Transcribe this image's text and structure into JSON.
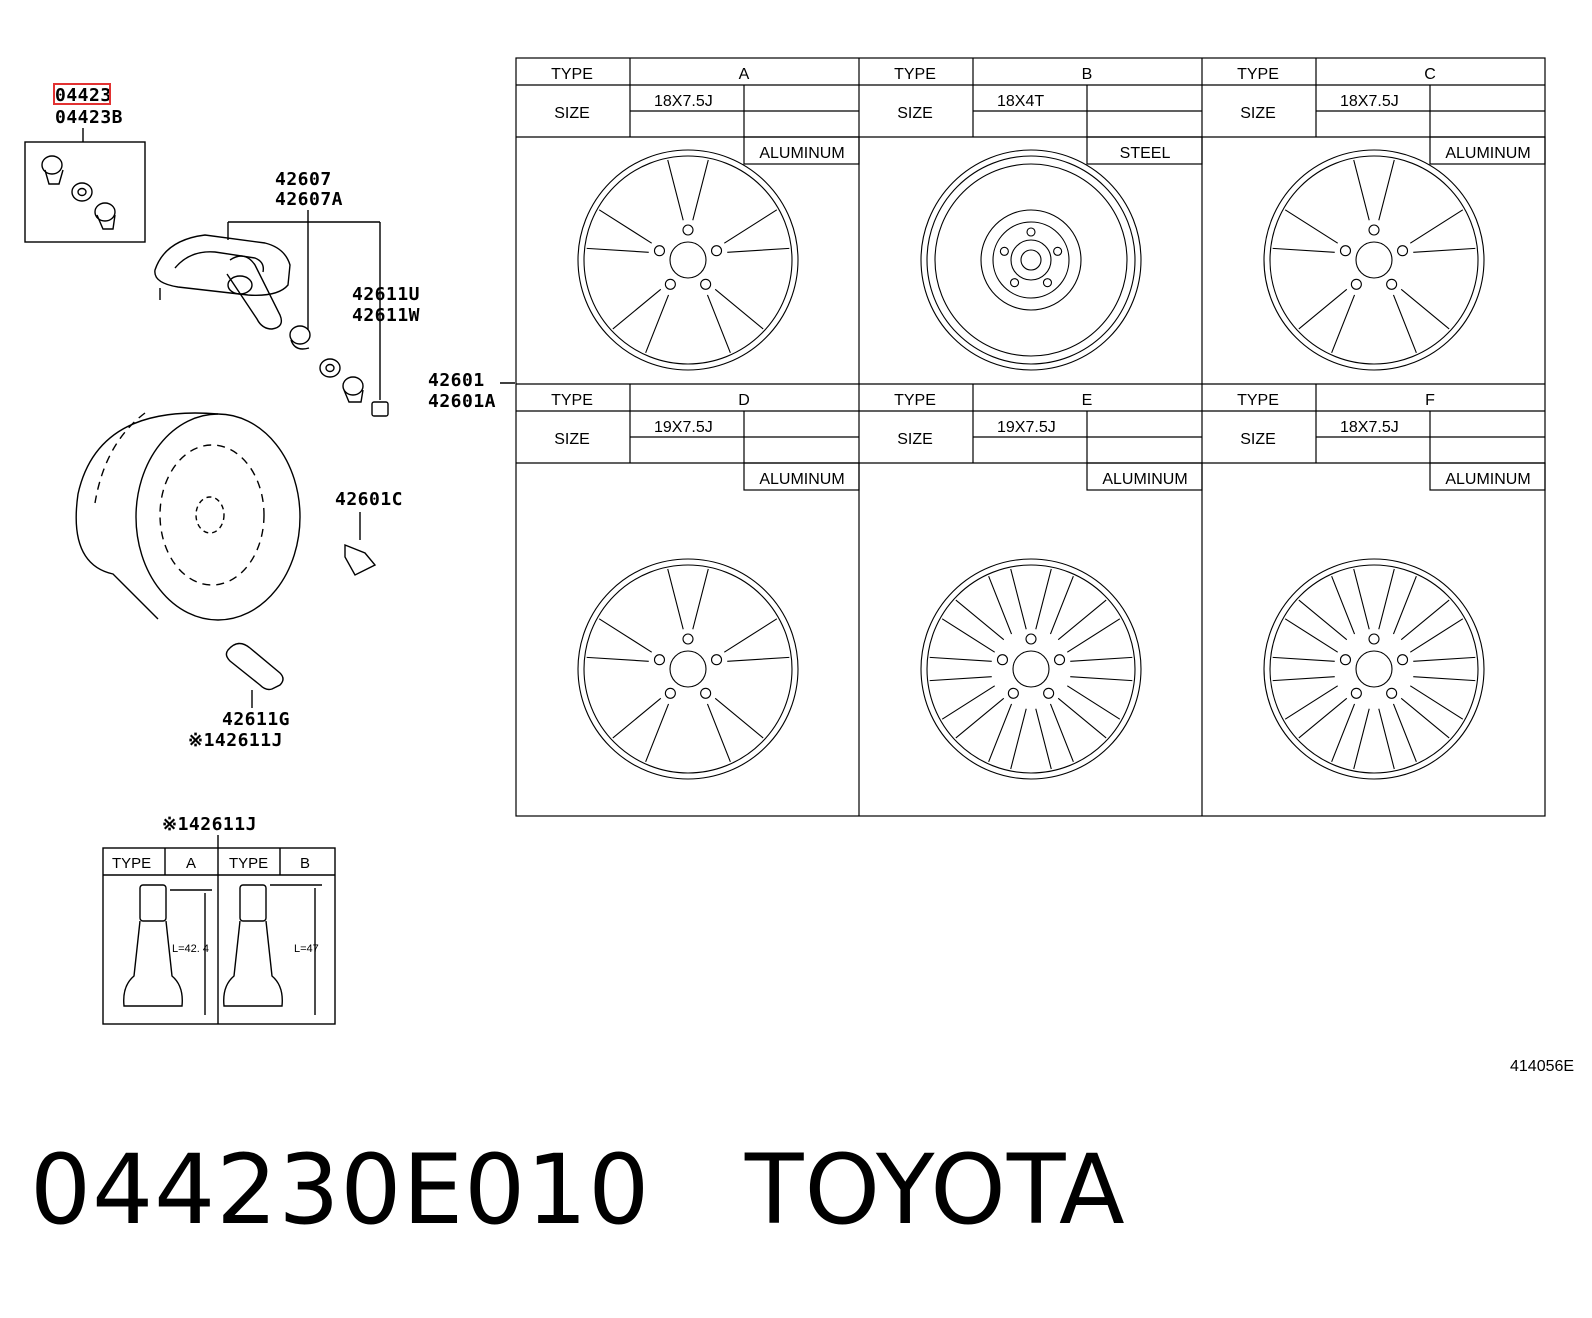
{
  "parts": {
    "p04423": "04423",
    "p04423B": "04423B",
    "p42607": "42607",
    "p42607A": "42607A",
    "p42611U": "42611U",
    "p42611W": "42611W",
    "p42601": "42601",
    "p42601A": "42601A",
    "p42601C": "42601C",
    "p42611G": "42611G",
    "p42611J": "※142611J",
    "p42611J_table": "※142611J"
  },
  "wheel_table": {
    "type_label": "TYPE",
    "size_label": "SIZE",
    "cells": [
      {
        "type": "A",
        "size": "18X7.5J",
        "material": "ALUMINUM"
      },
      {
        "type": "B",
        "size": "18X4T",
        "material": "STEEL"
      },
      {
        "type": "C",
        "size": "18X7.5J",
        "material": "ALUMINUM"
      },
      {
        "type": "D",
        "size": "19X7.5J",
        "material": "ALUMINUM"
      },
      {
        "type": "E",
        "size": "19X7.5J",
        "material": "ALUMINUM"
      },
      {
        "type": "F",
        "size": "18X7.5J",
        "material": "ALUMINUM"
      }
    ]
  },
  "valve_table": {
    "type_label": "TYPE",
    "a_label": "A",
    "b_label": "B",
    "a_len": "L=42. 4",
    "b_len": "L=47"
  },
  "diagram_ref": "414056E",
  "footer": {
    "part_number": "044230E010",
    "brand": "TOYOTA"
  }
}
